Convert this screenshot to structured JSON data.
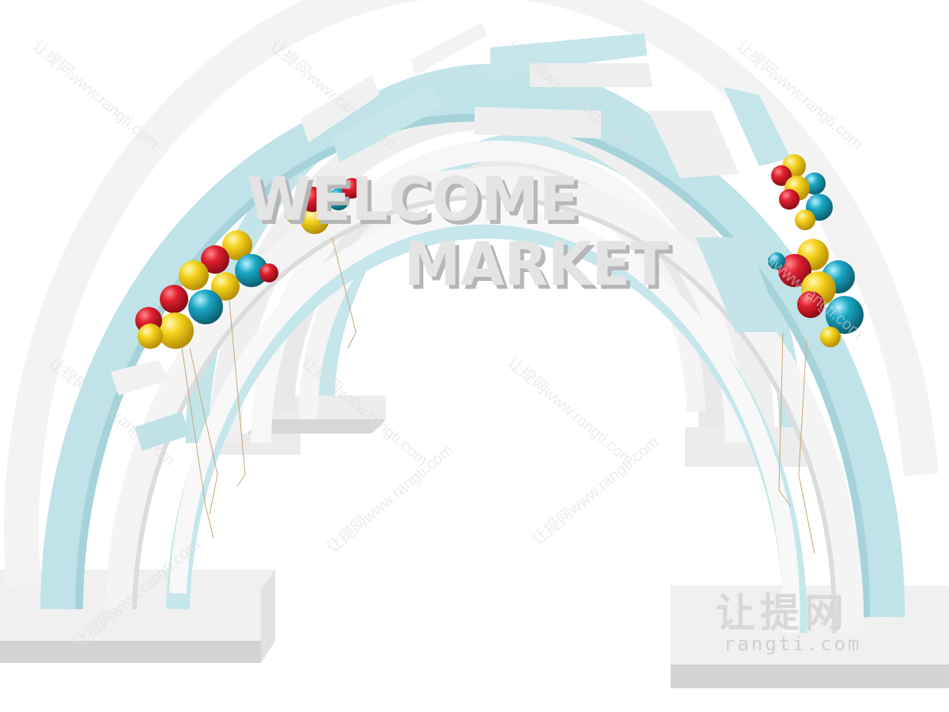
{
  "sign": {
    "line1": "WELCOME",
    "line2": "MARKET"
  },
  "watermark": {
    "brand_cn": "让提网",
    "url": "rangti.com",
    "tile_text": "让提网www.rangti.com"
  },
  "colors": {
    "background": "#ffffff",
    "arch_white": "#f2f2f2",
    "arch_white_shade": "#d9d9d9",
    "arch_blue": "#bfe3e8",
    "arch_blue_shade": "#9ccbd3",
    "balloon_red": "#e01f2f",
    "balloon_yellow": "#f4d21c",
    "balloon_blue": "#1aa7c4",
    "sign_gray": "#d6d6d6"
  }
}
